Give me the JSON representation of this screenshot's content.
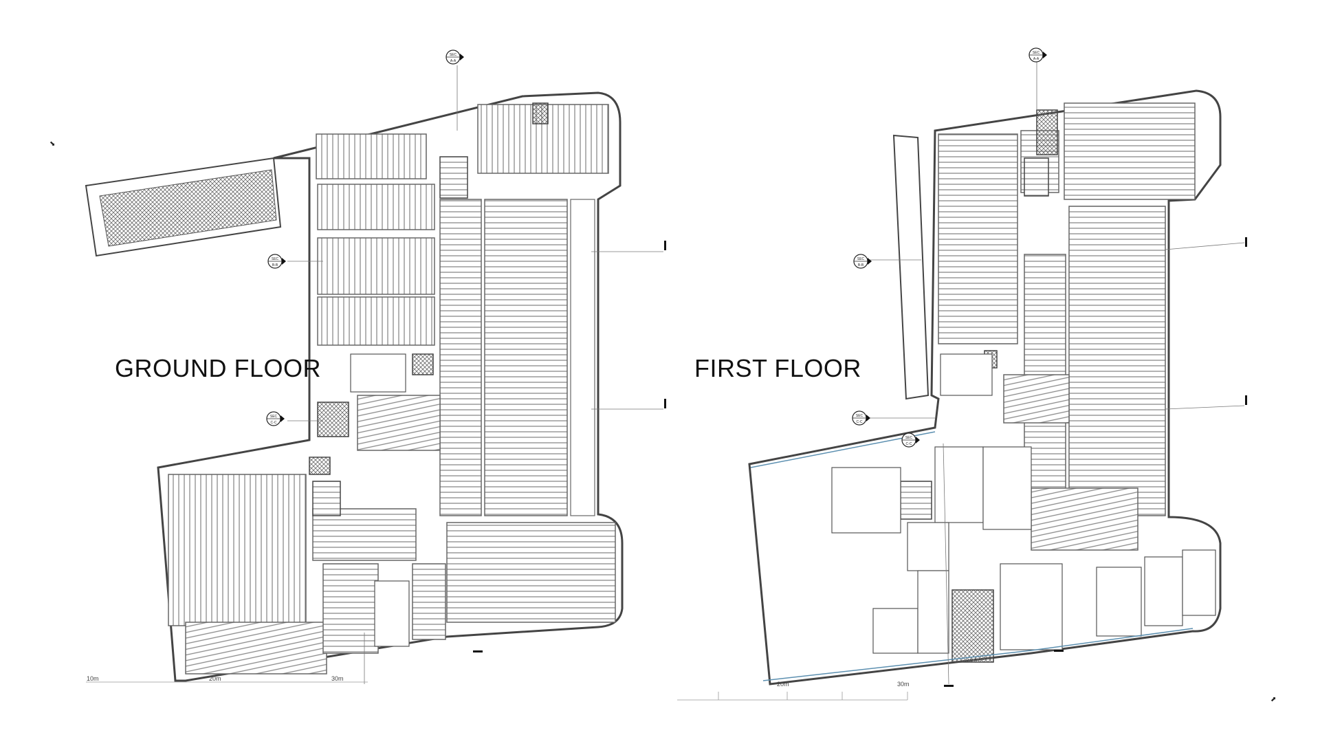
{
  "drawing": {
    "plans": [
      {
        "id": "ground",
        "title": "GROUND FLOOR"
      },
      {
        "id": "first",
        "title": "FIRST FLOOR"
      }
    ],
    "section_markers": {
      "tag": "SEC",
      "labels": [
        "A-A",
        "B-B",
        "C-C"
      ]
    },
    "scale_bar_ground": [
      "10m",
      "20m",
      "30m"
    ],
    "scale_bar_first": [
      "20m",
      "30m"
    ],
    "colors": {
      "line": "#555555",
      "dark_line": "#222222",
      "glazing": "#5b8fb0",
      "hatch": "#777777",
      "background": "#ffffff"
    }
  }
}
